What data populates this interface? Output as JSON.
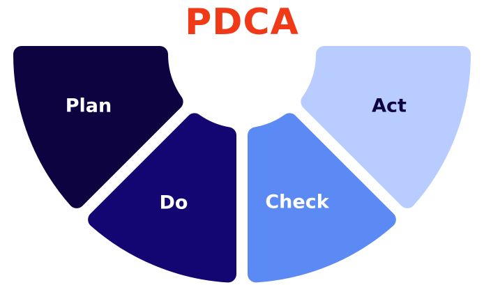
{
  "title": "PDCA",
  "colors": {
    "title": "#f03a17"
  },
  "segments": [
    {
      "label": "Plan",
      "fill": "#0c0340",
      "text": "#ffffff"
    },
    {
      "label": "Do",
      "fill": "#140672",
      "text": "#ffffff"
    },
    {
      "label": "Check",
      "fill": "#5b8af5",
      "text": "#ffffff"
    },
    {
      "label": "Act",
      "fill": "#b9ccff",
      "text": "#0c0340"
    }
  ]
}
